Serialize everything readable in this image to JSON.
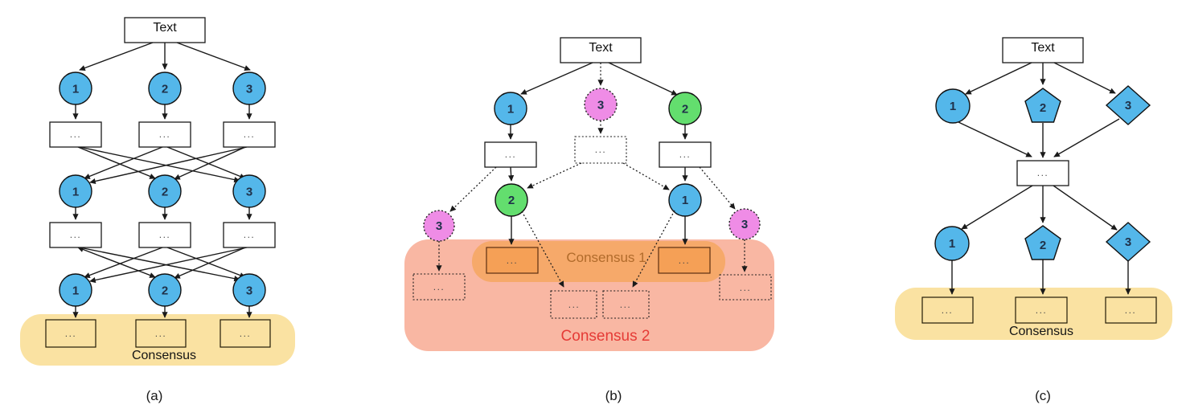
{
  "panels": {
    "a": {
      "caption": "(a)",
      "input_label": "Text",
      "node_labels": [
        "1",
        "2",
        "3"
      ],
      "box_label": "...",
      "consensus_label": "Consensus"
    },
    "b": {
      "caption": "(b)",
      "input_label": "Text",
      "row1_labels": [
        "1",
        "3",
        "2"
      ],
      "row2_labels": [
        "3",
        "2",
        "1",
        "3"
      ],
      "box_label": "...",
      "consensus1_label": "Consensus 1",
      "consensus2_label": "Consensus 2"
    },
    "c": {
      "caption": "(c)",
      "input_label": "Text",
      "node_labels": [
        "1",
        "2",
        "3"
      ],
      "box_label": "...",
      "consensus_label": "Consensus"
    }
  },
  "colors": {
    "node_blue": "#54b7ea",
    "node_green": "#63de6e",
    "node_magenta": "#ef8ce6",
    "consensus_yellow": "#fae2a2",
    "consensus1_band": "#f6a96a",
    "consensus1_box": "#f5a056",
    "consensus1_text": "#b16b2b",
    "consensus2_fill": "#f9b7a3",
    "consensus2_text": "#e53b36"
  }
}
